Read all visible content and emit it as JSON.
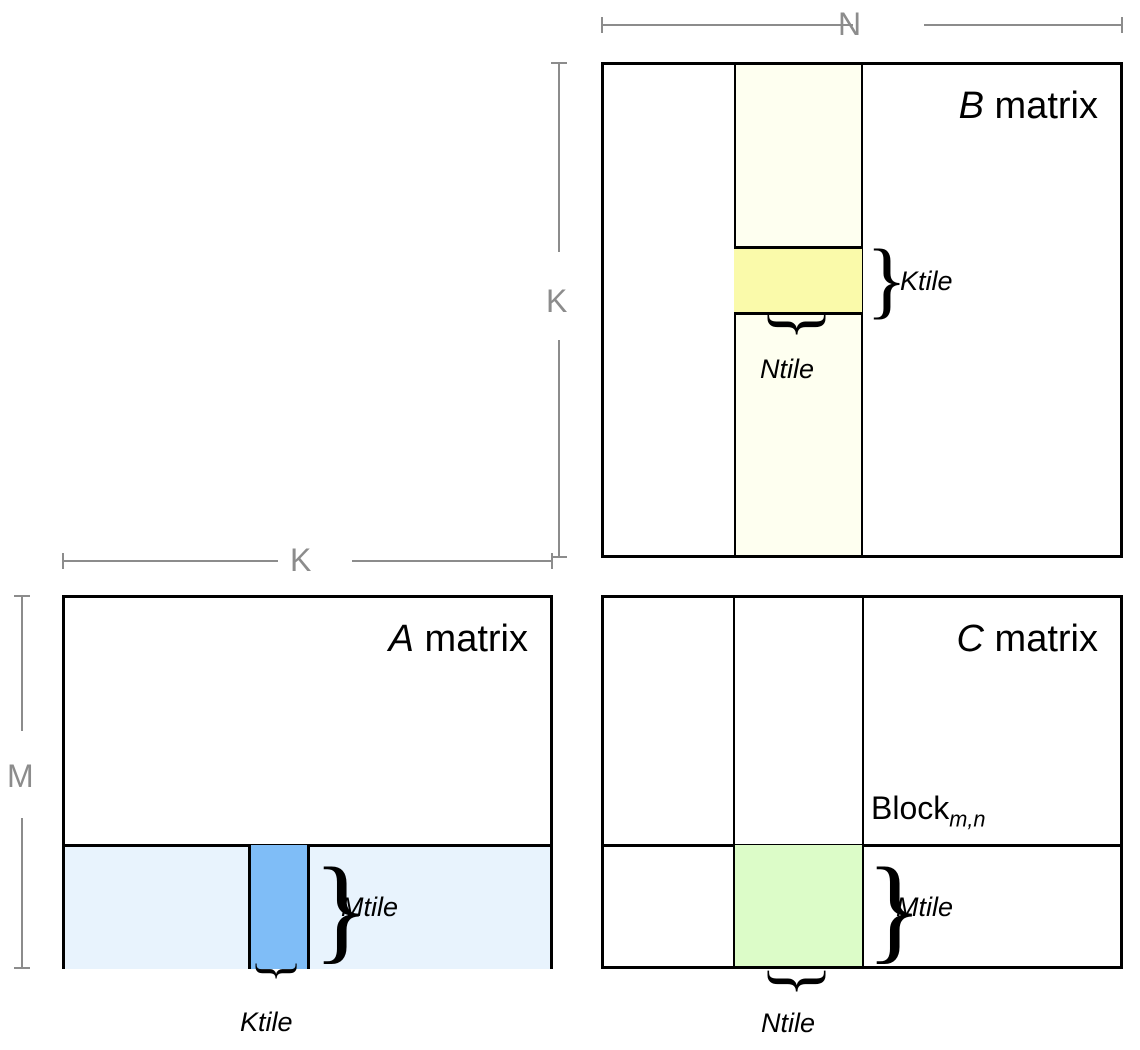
{
  "diagram": {
    "title_hidden": "",
    "matrices": [
      {
        "id": "b-matrix",
        "label_letter": "B",
        "label_word": " matrix"
      },
      {
        "id": "a-matrix",
        "label_letter": "A",
        "label_word": " matrix"
      },
      {
        "id": "c-matrix",
        "label_letter": "C",
        "label_word": " matrix"
      }
    ],
    "dimensions": {
      "n": "N",
      "k_vertical": "K",
      "k_horizontal": "K",
      "m": "M"
    },
    "tiles": {
      "b_ktile": "Ktile",
      "b_ntile": "Ntile",
      "a_mtile": "Mtile",
      "a_ktile": "Ktile",
      "c_mtile": "Mtile",
      "c_ntile": "Ntile"
    },
    "annotations": {
      "block_text": "Block",
      "block_sub": "m,n"
    },
    "braces": {
      "right_brace": "}",
      "down_brace": "}"
    },
    "colors": {
      "outline": "#000000",
      "dimension_gray": "#8c8c8c",
      "b_strip_pale_yellow": "#fefff0",
      "b_ktile_yellow": "#fafaaa",
      "a_strip_pale_blue": "#e8f3fd",
      "a_ktile_blue": "#7fbdf7",
      "c_tile_green": "#dcfcc8",
      "background": "#ffffff"
    }
  }
}
